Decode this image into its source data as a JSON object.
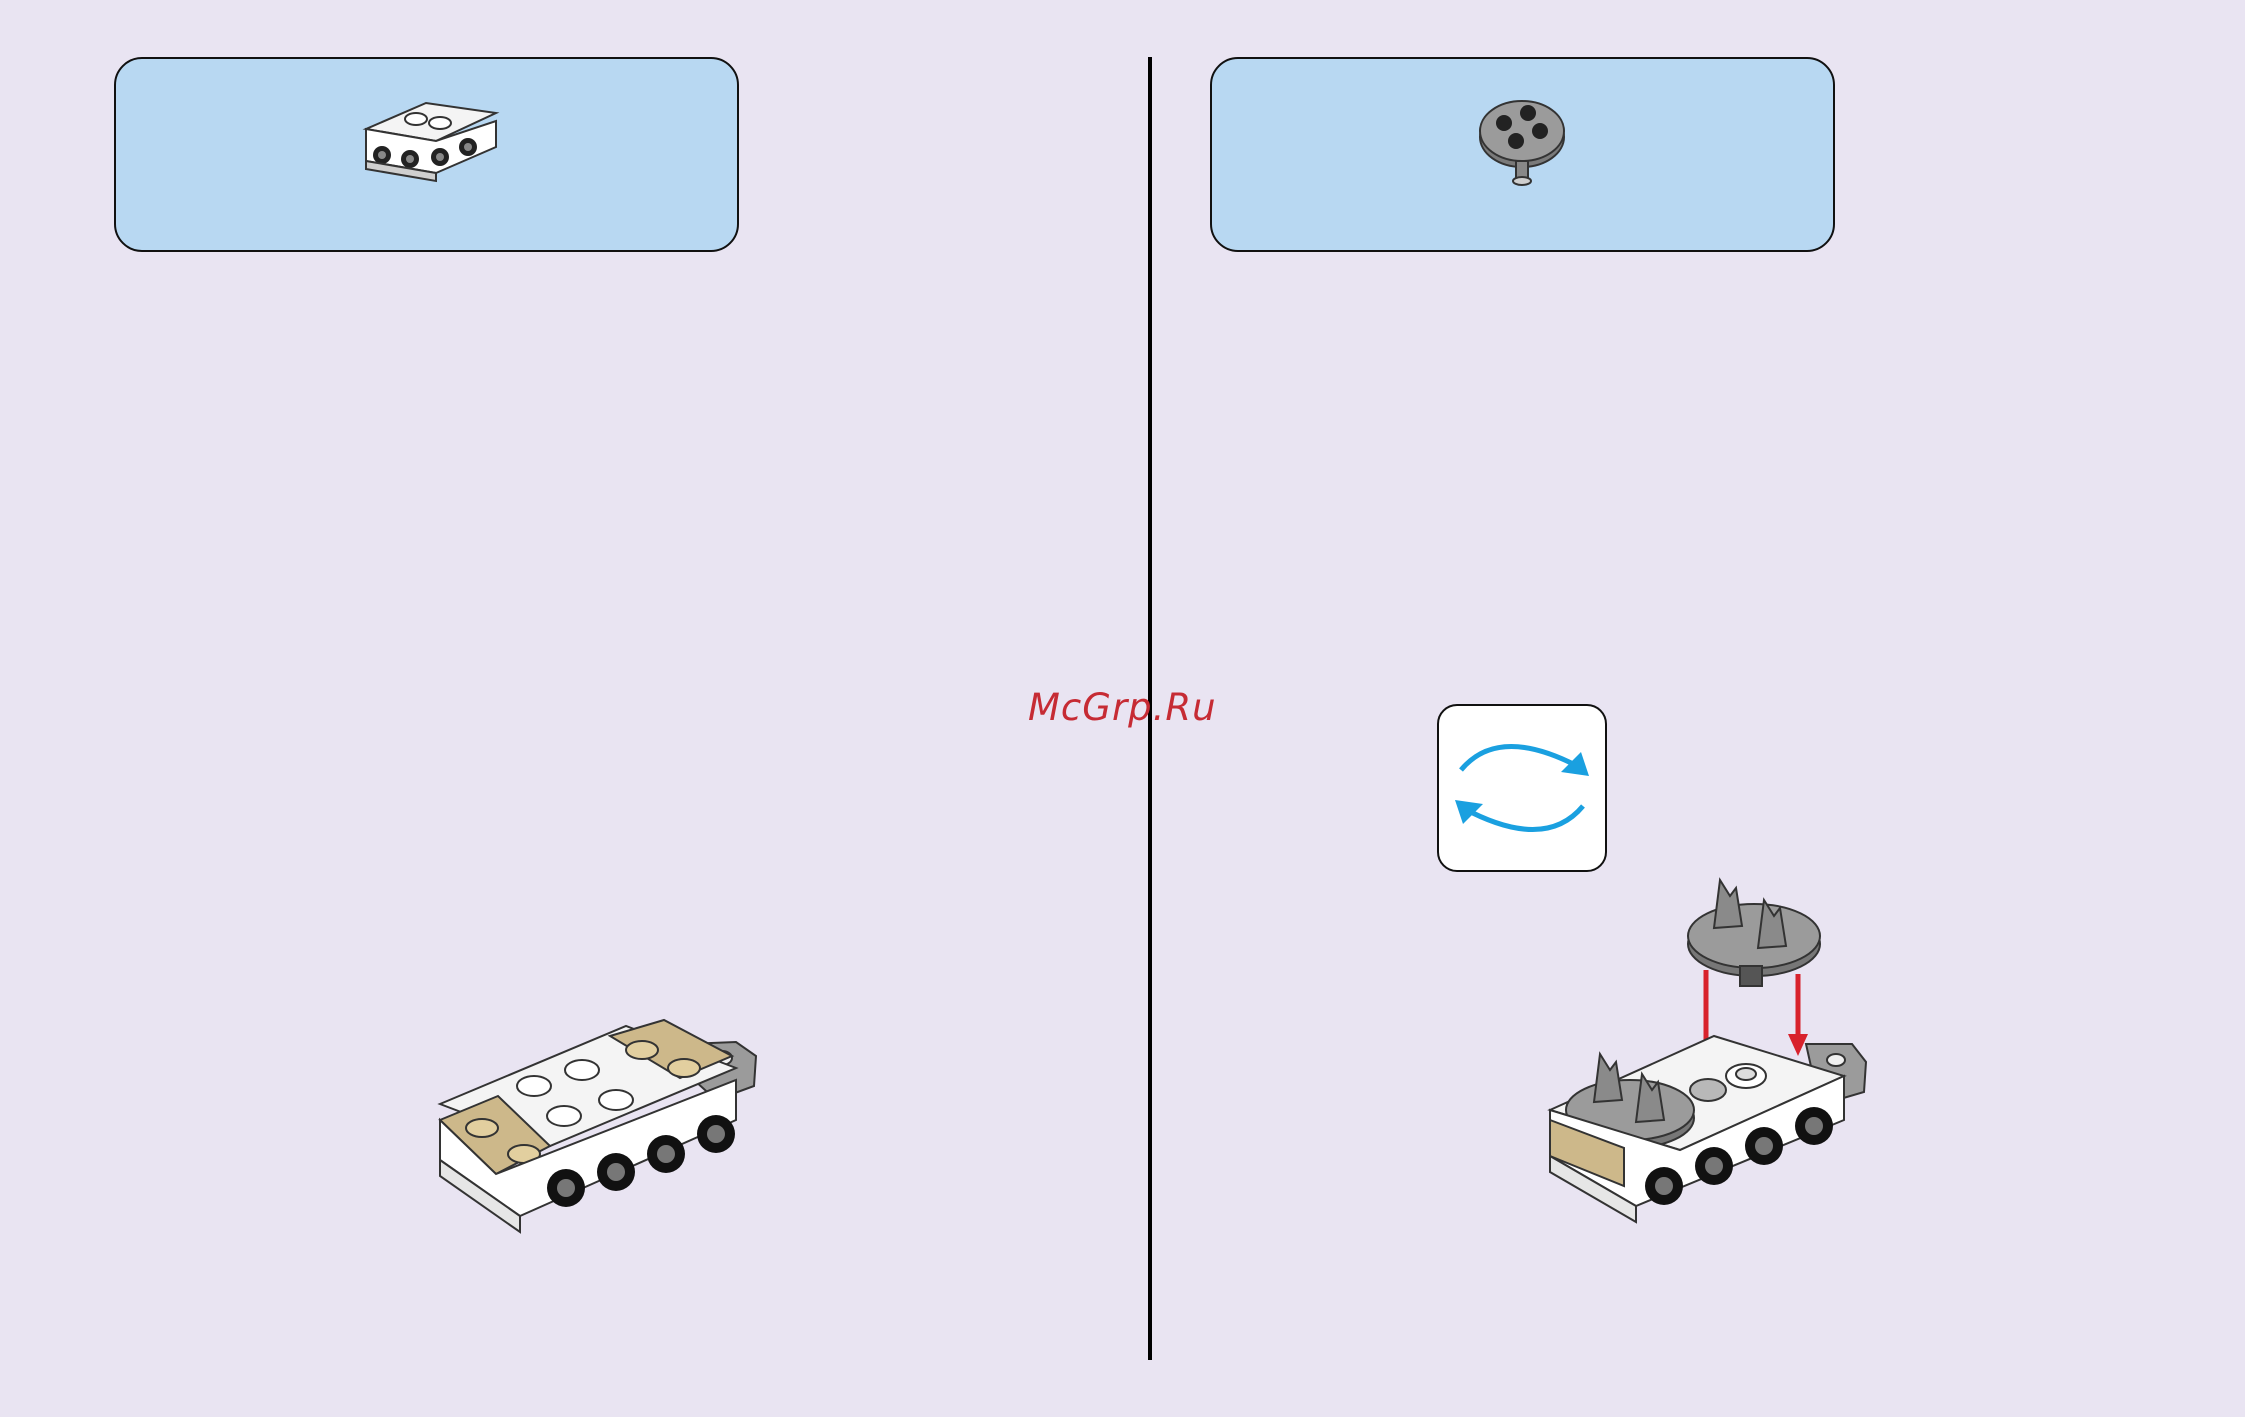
{
  "page": {
    "background_color": "#e9e4f2"
  },
  "watermark": {
    "text": "McGrp.Ru",
    "color": "#c62b34"
  },
  "left_step": {
    "parts_list": {
      "box_color": "#b8d8f2",
      "parts": [
        {
          "name": "bracket-1x2-2x4-icon",
          "color": "white"
        }
      ]
    },
    "model": {
      "name": "bracket-assembly-illustration"
    }
  },
  "right_step": {
    "parts_list": {
      "box_color": "#b8d8f2",
      "parts": [
        {
          "name": "round-plate-with-clips-icon",
          "color": "dark-gray"
        }
      ]
    },
    "rotate_indicator": {
      "name": "rotate-model-icon",
      "arrow_color": "#1aa0e0"
    },
    "model": {
      "name": "attach-round-plate-illustration",
      "arrow_color": "#d8222c"
    }
  }
}
